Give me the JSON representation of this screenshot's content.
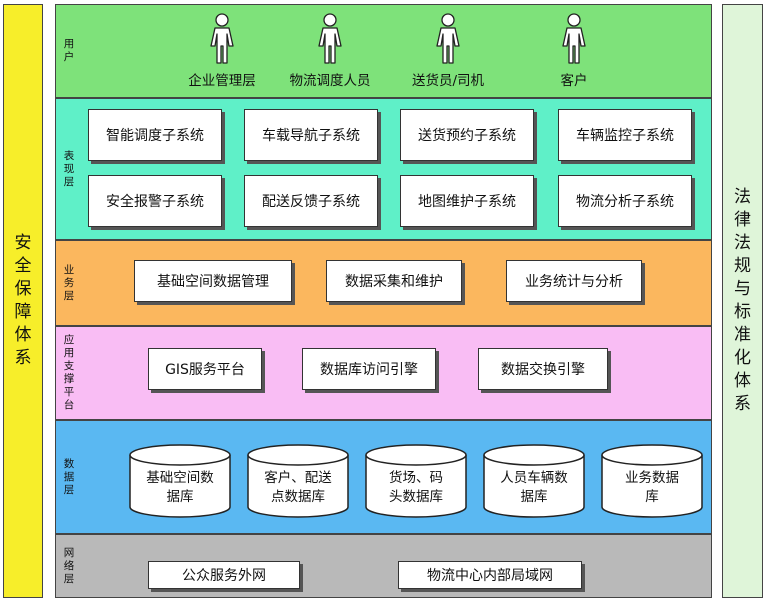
{
  "left_pillar": "安全保障体系",
  "right_pillar": "法律法规与标准化体系",
  "layers": {
    "user": {
      "label": "用户",
      "color": "#7ee27a",
      "actors": [
        "企业管理层",
        "物流调度人员",
        "送货员/司机",
        "客户"
      ]
    },
    "presentation": {
      "label": "表现层",
      "color": "#5ff0c8",
      "row1": [
        "智能调度子系统",
        "车载导航子系统",
        "送货预约子系统",
        "车辆监控子系统"
      ],
      "row2": [
        "安全报警子系统",
        "配送反馈子系统",
        "地图维护子系统",
        "物流分析子系统"
      ]
    },
    "business": {
      "label": "业务层",
      "color": "#fbb75e",
      "items": [
        "基础空间数据管理",
        "数据采集和维护",
        "业务统计与分析"
      ]
    },
    "support": {
      "label": "应用支撑平台",
      "color": "#f9bdf4",
      "items": [
        "GIS服务平台",
        "数据库访问引擎",
        "数据交换引擎"
      ]
    },
    "data": {
      "label": "数据层",
      "color": "#5ab8f2",
      "items": [
        "基础空间数据库",
        "客户、配送点数据库",
        "货场、码头数据库",
        "人员车辆数据库",
        "业务数据库"
      ]
    },
    "network": {
      "label": "网络层",
      "color": "#b9b9b9",
      "items": [
        "公众服务外网",
        "物流中心内部局域网"
      ]
    }
  }
}
